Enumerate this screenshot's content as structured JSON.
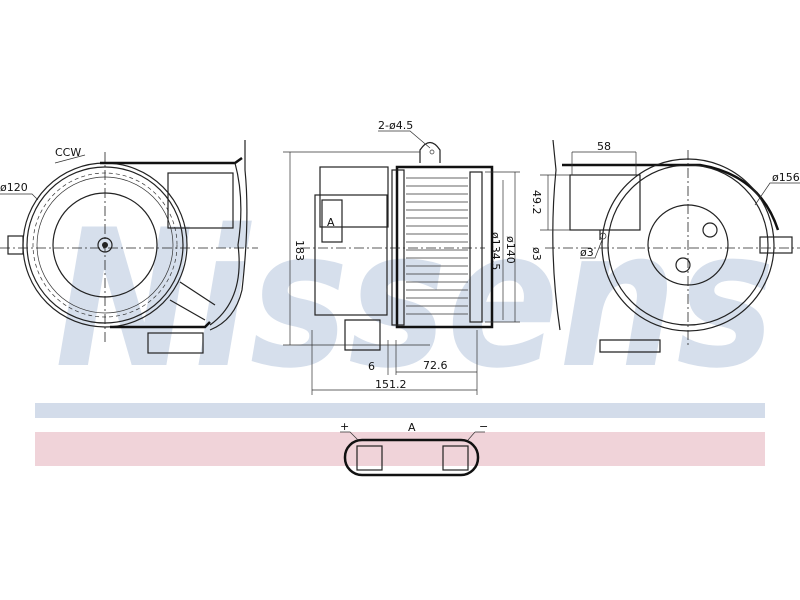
{
  "watermark": "Nissens",
  "colors": {
    "stripe_blue": "#d3dcea",
    "stripe_pink": "#f0d3d9",
    "watermark": "#c9d5e6",
    "line": "#222222"
  },
  "left_view": {
    "rotation_label": "CCW",
    "diameter_label": "ø120"
  },
  "side_view": {
    "holes_label": "2-ø4.5",
    "height_label": "183",
    "diameter_inner_label": "ø134.5",
    "diameter_outer_label": "ø140",
    "offset_label": "6",
    "depth_label": "72.6",
    "length_label": "151.2",
    "connector_letter": "A"
  },
  "right_view": {
    "width_label": "58",
    "height_label": "49.2",
    "diameter_label": "ø156",
    "side_hole_label": "ø3",
    "hole_label": "ø3"
  },
  "connector": {
    "plus_label": "+",
    "pin_label": "A",
    "minus_label": "−"
  }
}
